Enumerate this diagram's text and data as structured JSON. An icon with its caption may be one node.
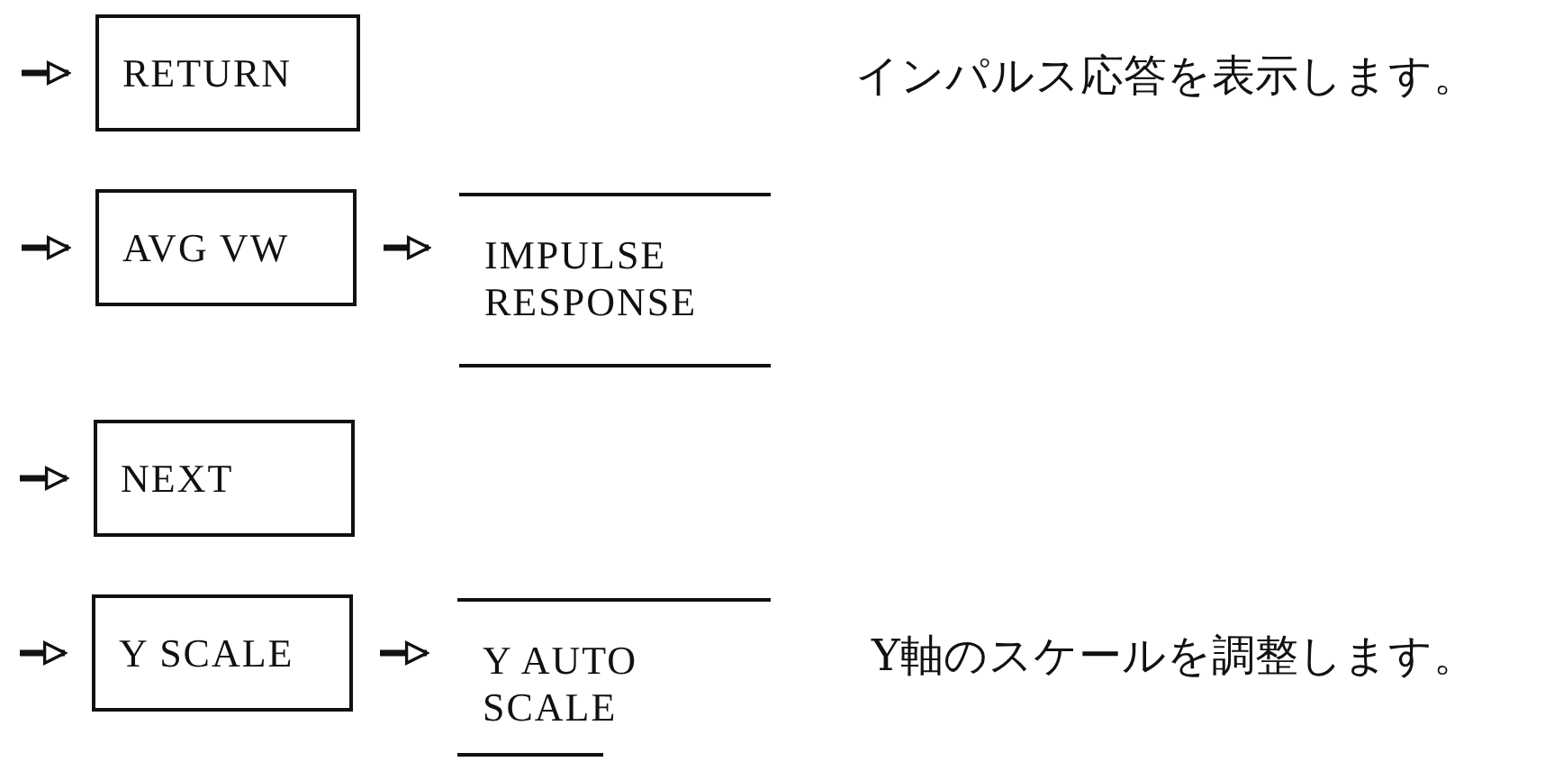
{
  "diagram": {
    "nodes": [
      {
        "text": [
          "RETURN"
        ]
      },
      {
        "text": [
          "AVG VW"
        ]
      },
      {
        "text": [
          "IMPULSE RESPONSE"
        ]
      },
      {
        "text": [
          "NEXT"
        ]
      },
      {
        "text": [
          "Y SCALE"
        ]
      },
      {
        "text": [
          "Y AUTO SCALE"
        ]
      }
    ],
    "edges": [
      {
        "from": null,
        "to": 0,
        "arrow": "to"
      },
      {
        "from": null,
        "to": 1,
        "arrow": "to"
      },
      {
        "from": 1,
        "to": 2,
        "arrow": "to"
      },
      {
        "from": null,
        "to": 3,
        "arrow": "to"
      },
      {
        "from": null,
        "to": 4,
        "arrow": "to"
      },
      {
        "from": 4,
        "to": 5,
        "arrow": "to"
      }
    ],
    "labels": [
      "インパルス応答を表示します。",
      "Y軸のスケールを調整します。"
    ]
  }
}
